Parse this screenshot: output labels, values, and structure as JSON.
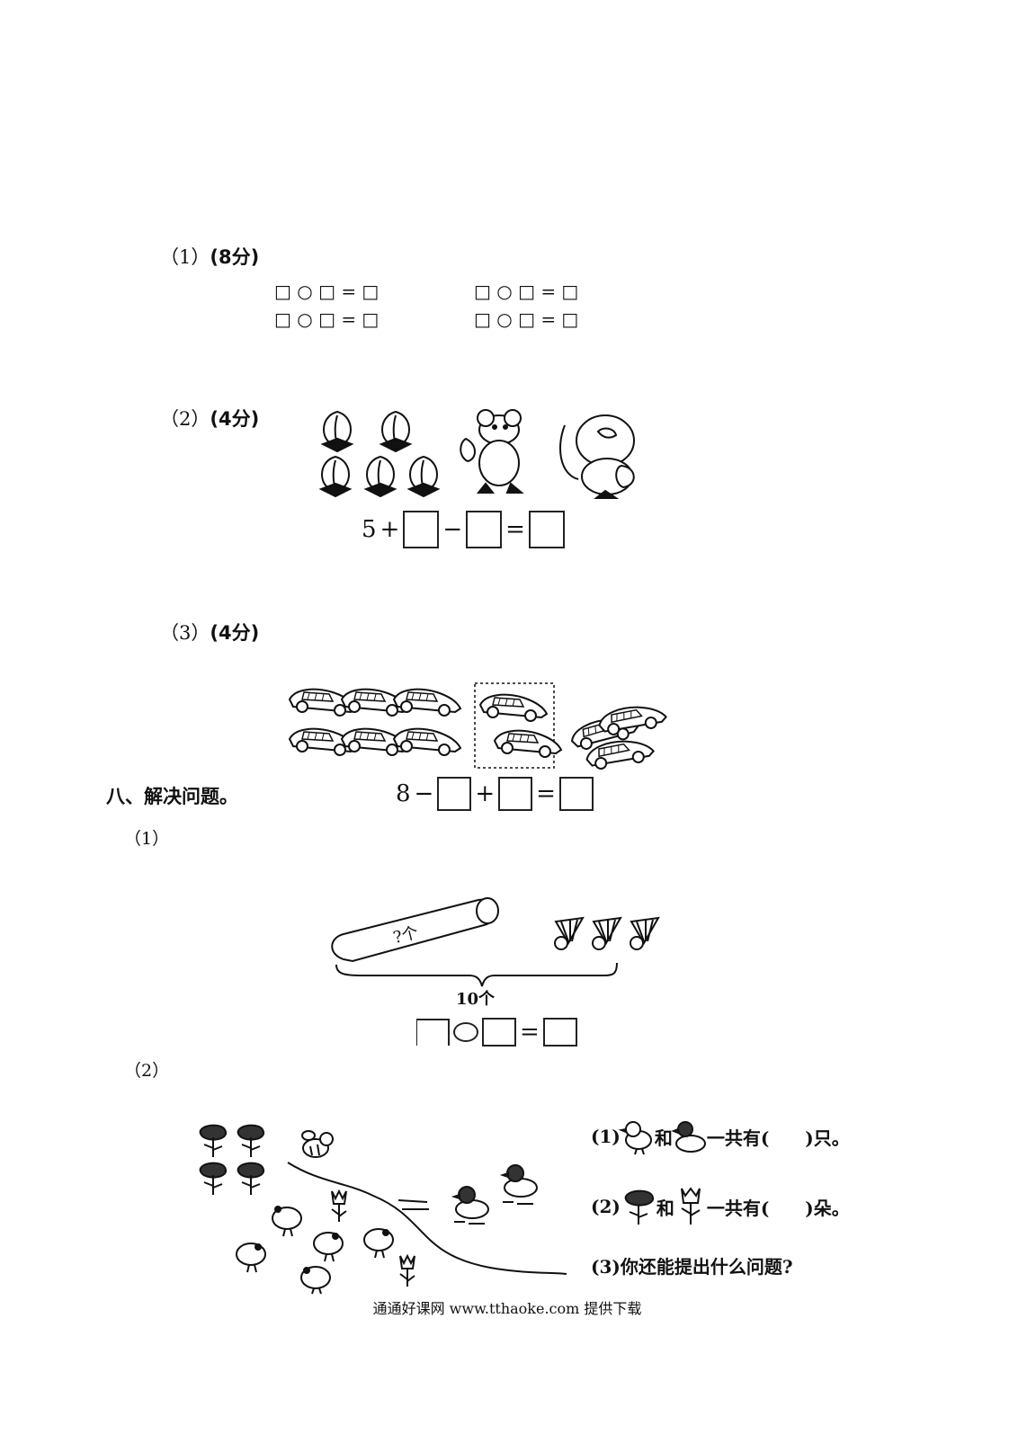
{
  "section_7": {
    "q1": {
      "num": "（1）",
      "score": "(8分)",
      "rows": [
        [
          "□ ○ □ = □",
          "□ ○ □ = □"
        ],
        [
          "□ ○ □ = □",
          "□ ○ □ = □"
        ]
      ]
    },
    "q2": {
      "num": "（2）",
      "score": "(4分)",
      "eq_start": "5",
      "op1": "+",
      "op2": "−",
      "op3": "="
    },
    "q3": {
      "num": "（3）",
      "score": "(4分)",
      "eq_start": "8",
      "op1": "−",
      "op2": "+",
      "op3": "="
    }
  },
  "section_8": {
    "title": "八、解决问题。",
    "p1": {
      "num": "（1）",
      "unknown_label": "?个",
      "total_label": "10个",
      "op": "="
    },
    "p2": {
      "num": "（2）",
      "q1_prefix": "(1)",
      "q1_mid": "和",
      "q1_suffix": "一共有(　　)只。",
      "q2_prefix": "(2)",
      "q2_mid": "和",
      "q2_suffix": "一共有(　　)朵。",
      "q3": "(3)你还能提出什么问题?"
    }
  },
  "footer": "通通好课网  www.tthaoke.com  提供下载"
}
